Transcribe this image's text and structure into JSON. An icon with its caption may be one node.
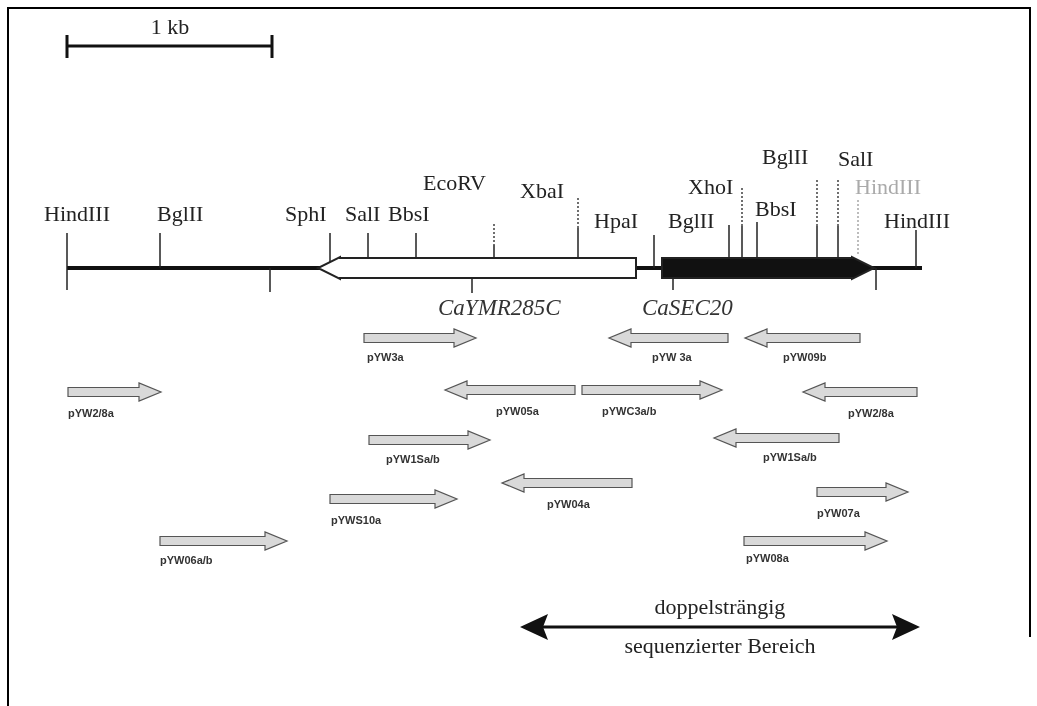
{
  "diagram": {
    "nodes": [
      {
        "text": [
          "CaYMR285C"
        ]
      },
      {
        "text": [
          "CaSEC20"
        ]
      },
      {
        "text": [
          "pYW3a"
        ]
      },
      {
        "text": [
          "pYW 3a"
        ]
      },
      {
        "text": [
          "pYW09b"
        ]
      },
      {
        "text": [
          "pYW2/8a"
        ]
      },
      {
        "text": [
          "pYW05a"
        ]
      },
      {
        "text": [
          "pYWC3a/b"
        ]
      },
      {
        "text": [
          "pYW2/8a"
        ]
      },
      {
        "text": [
          "pYW1Sa/b"
        ]
      },
      {
        "text": [
          "pYW1Sa/b"
        ]
      },
      {
        "text": [
          "pYW04a"
        ]
      },
      {
        "text": [
          "pYWS10a"
        ]
      },
      {
        "text": [
          "pYW07a"
        ]
      },
      {
        "text": [
          "pYW06a/b"
        ]
      },
      {
        "text": [
          "pYW08a"
        ]
      }
    ],
    "labels": [
      "1 kb",
      "HindIII",
      "BglII",
      "SphI",
      "SalI",
      "BbsI",
      "EcoRV",
      "XbaI",
      "HpaI",
      "BglII",
      "XhoI",
      "BbsI",
      "BglII",
      "SalI",
      "HindIII",
      "HindIII",
      "doppelsträngig",
      "sequenzierter Bereich"
    ]
  }
}
